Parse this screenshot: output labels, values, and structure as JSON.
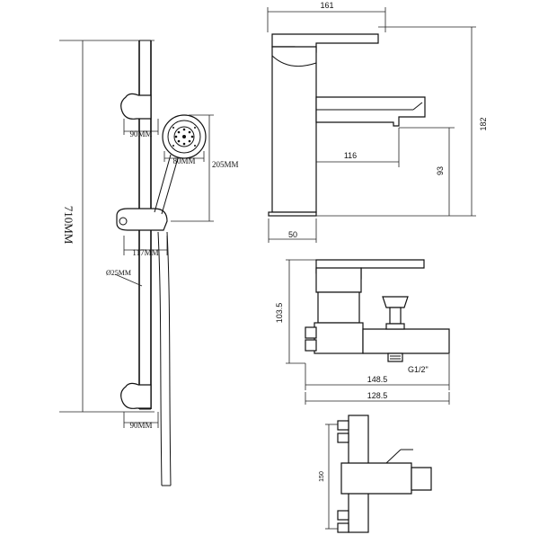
{
  "shower_rail": {
    "height_label": "710MM",
    "bracket_width_top": "90MM",
    "bracket_width_bottom": "90MM",
    "head_diameter": "80MM",
    "head_drop": "205MM",
    "holder_offset": "117MM",
    "rail_diameter": "Ø25MM"
  },
  "basin_mixer": {
    "overall_width": "161",
    "overall_height": "182",
    "spout_reach": "116",
    "spout_height": "93",
    "base_width": "50"
  },
  "bath_mixer": {
    "height": "103.5",
    "thread": "G1/2\"",
    "width_outer": "148.5",
    "width_inner": "128.5"
  },
  "shower_mixer": {
    "centre": "150"
  }
}
